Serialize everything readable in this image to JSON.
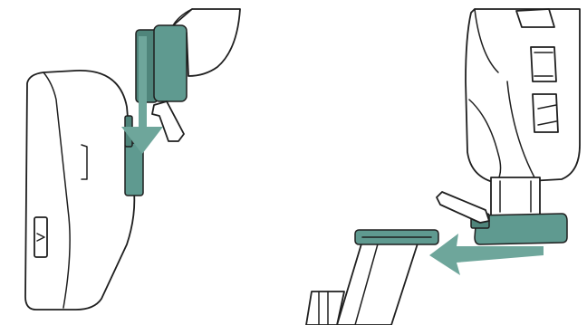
{
  "illustration": {
    "colors": {
      "accent": "#5f9a90",
      "accent_dark": "#4f857b",
      "arrow": "#6ea69b",
      "outline": "#1f1f1f",
      "background": "#ffffff"
    },
    "steps": [
      {
        "id": "left",
        "arrow_direction": "down",
        "icon": "down-arrow-icon"
      },
      {
        "id": "right",
        "arrow_direction": "left",
        "icon": "left-arrow-icon"
      }
    ]
  }
}
